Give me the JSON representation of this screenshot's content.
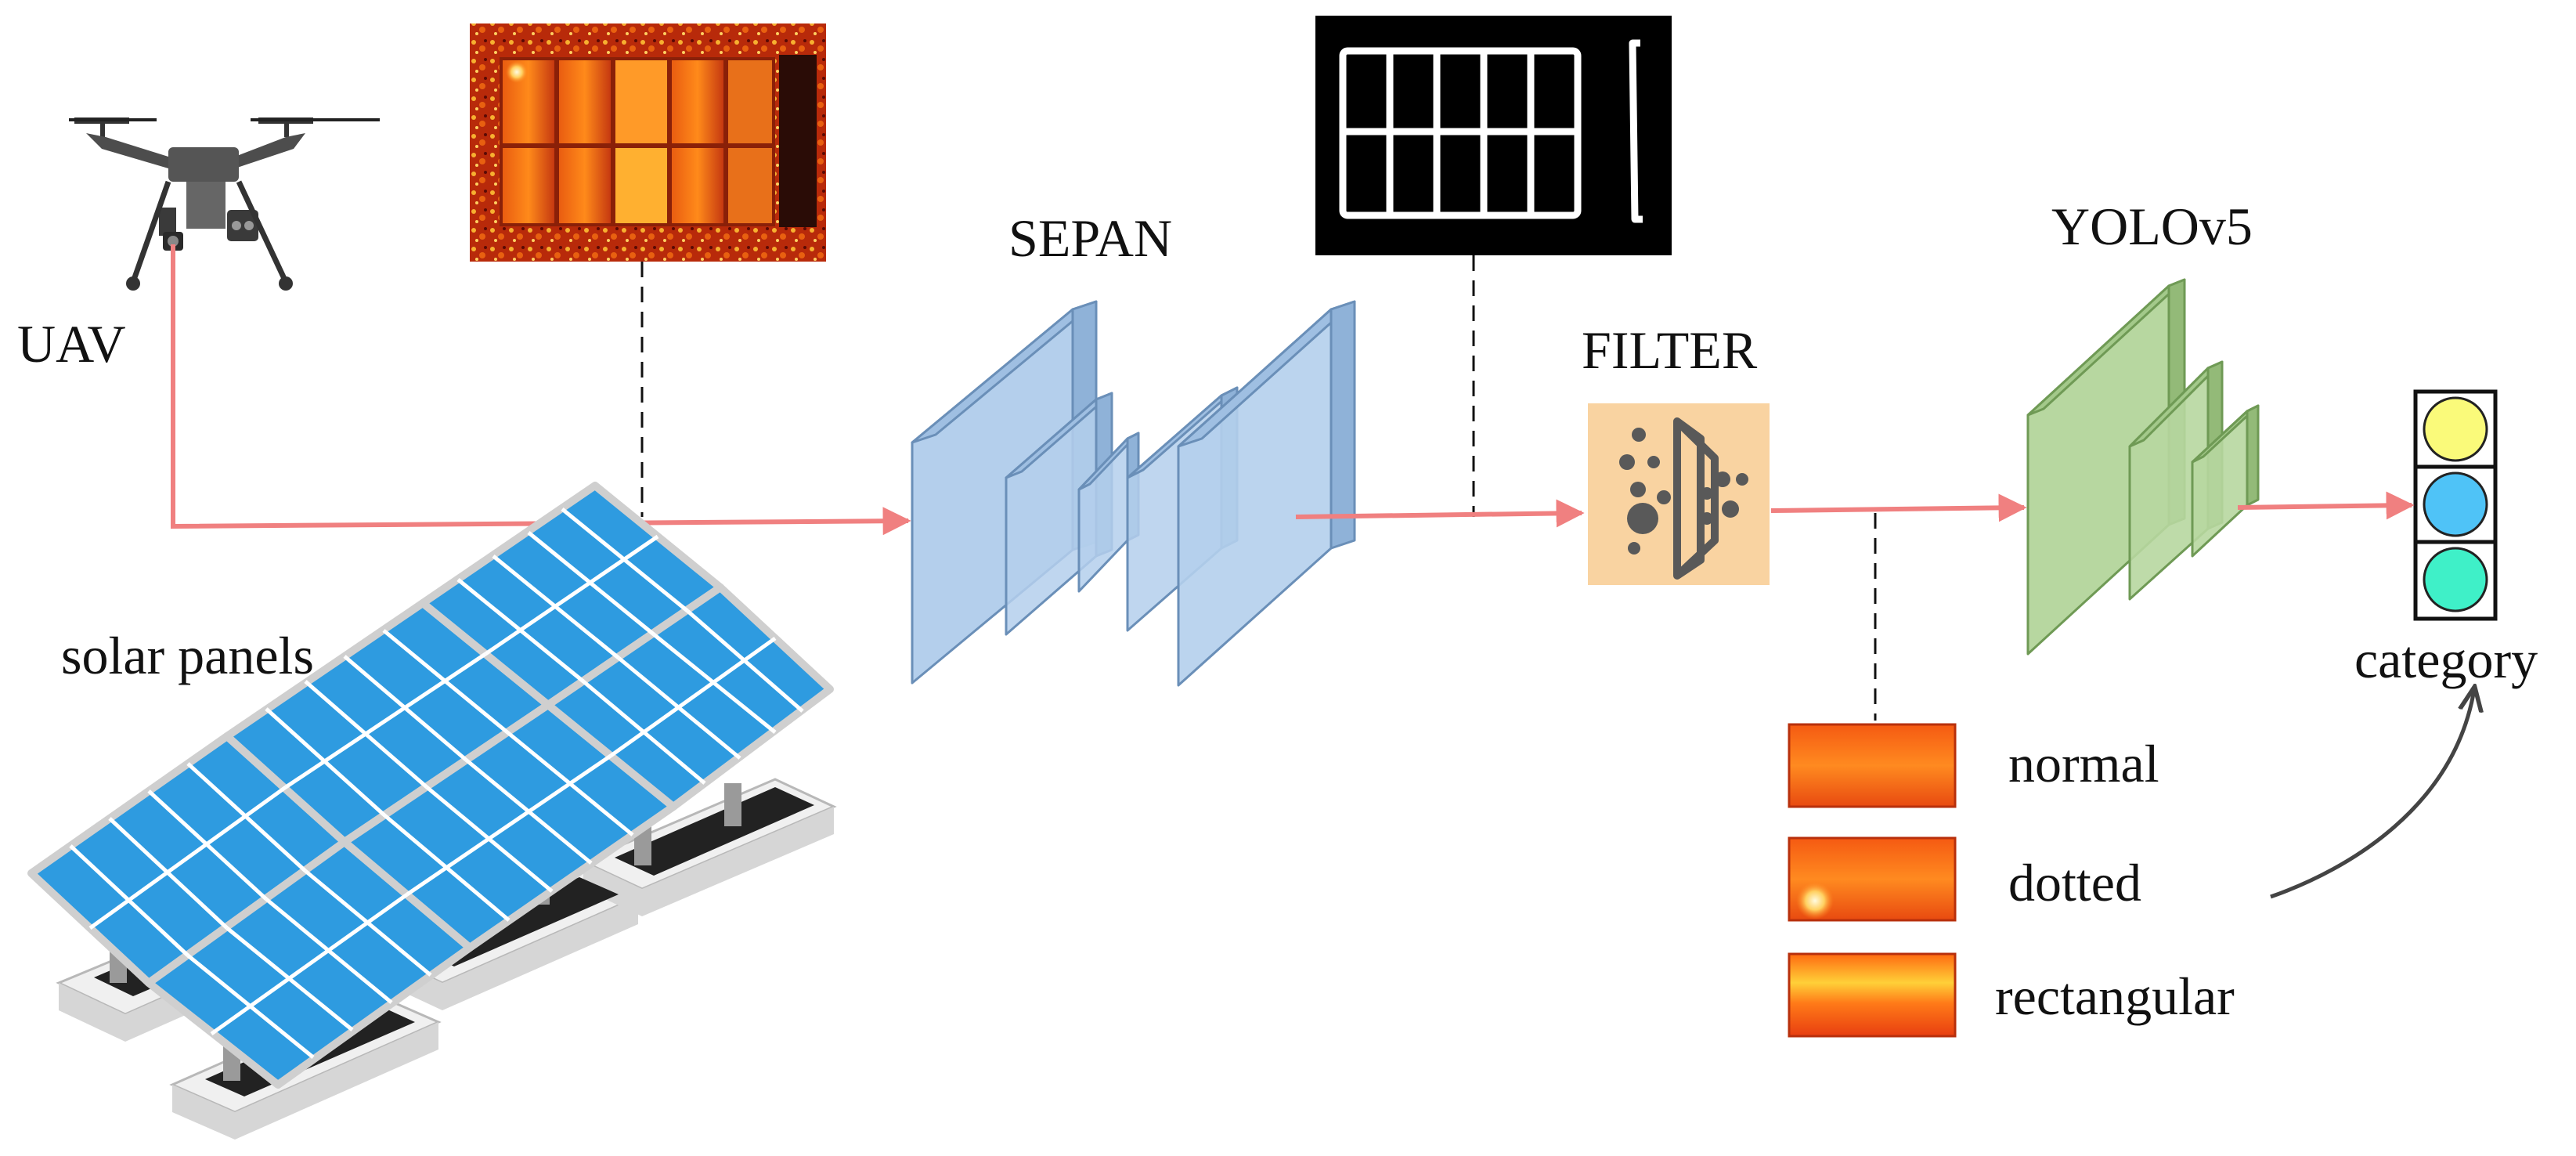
{
  "labels": {
    "uav": "UAV",
    "solar_panels": "solar panels",
    "sepan": "SEPAN",
    "filter": "FILTER",
    "yolo": "YOLOv5",
    "category": "category"
  },
  "defect_types": [
    "normal",
    "dotted",
    "rectangular"
  ],
  "colors": {
    "flow_arrow": "#f08080",
    "sepan_block": "#b4cfec",
    "sepan_edge": "#6a8fb8",
    "yolo_block": "#b7d7a0",
    "yolo_edge": "#6f9a55",
    "filter_bg": "#f9d3a1",
    "filter_icon": "#595959",
    "light_yellow": "#fafa7a",
    "light_blue": "#4fc3f7",
    "light_cyan": "#3ff0c8",
    "panel_cell": "#2e9be0"
  },
  "icons": [
    "drone-icon",
    "solar-panel-array-icon",
    "filter-icon",
    "traffic-light-icon"
  ]
}
